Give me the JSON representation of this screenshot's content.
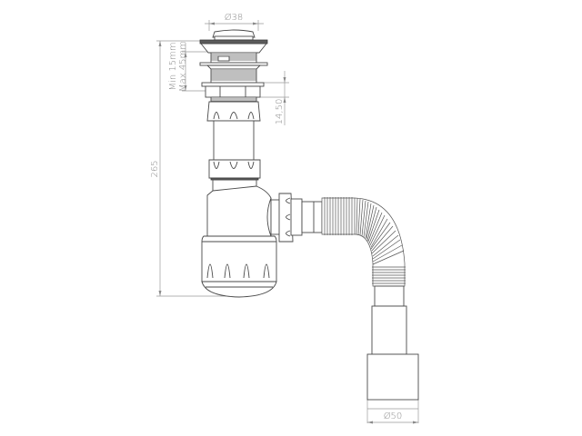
{
  "diagram": {
    "subject": "Bottle trap with pop-up waste and flexible outlet hose",
    "line_color": "#4a4a4a",
    "dimension_color": "#8a8a8a",
    "background": "#ffffff"
  },
  "dimensions": {
    "top_diameter": "Ø38",
    "clamp_min": "Min 15mm",
    "clamp_max": "Max 45mm",
    "total_height": "265",
    "thread_offset": "14,50",
    "outlet_diameter": "Ø50"
  }
}
